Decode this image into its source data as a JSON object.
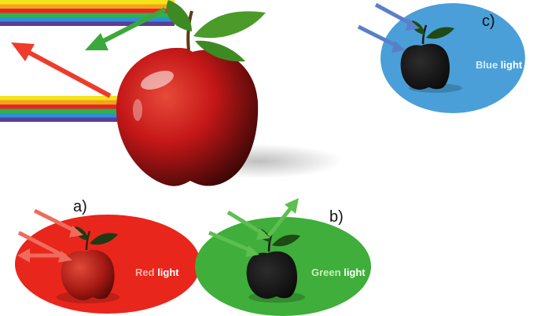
{
  "colors": {
    "spectrum": [
      "#f3e31b",
      "#f6a21a",
      "#e8242b",
      "#2db34a",
      "#2f8fd6",
      "#5b3d99"
    ],
    "red_light": "#e8261c",
    "green_light": "#3fae3b",
    "blue_light": "#4a9fd8",
    "apple_red": "#c41717",
    "leaf": "#3e8a22"
  },
  "panels": [
    {
      "id": "a",
      "letter": "a)",
      "color_word": "Red",
      "light_word": "light"
    },
    {
      "id": "b",
      "letter": "b)",
      "color_word": "Green",
      "light_word": "light"
    },
    {
      "id": "c",
      "letter": "c)",
      "color_word": "Blue",
      "light_word": "light"
    }
  ]
}
